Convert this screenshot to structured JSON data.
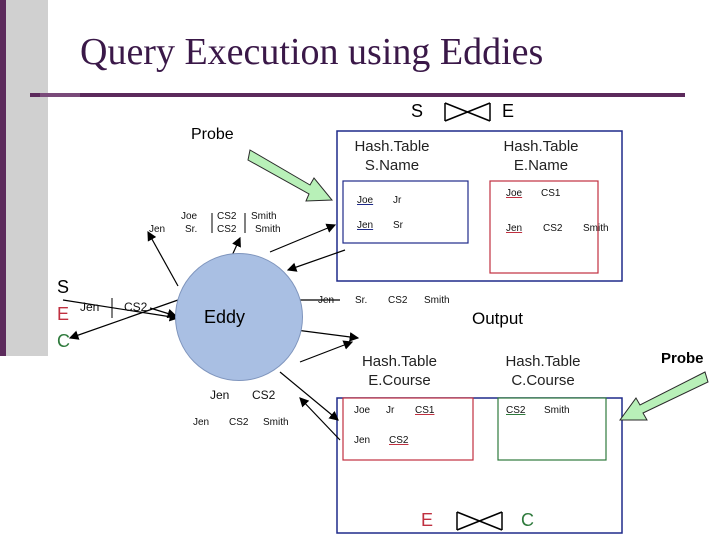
{
  "title": "Query Execution using Eddies",
  "join_top": {
    "left": "S",
    "right": "E"
  },
  "join_bottom": {
    "left": "E",
    "right": "C"
  },
  "probe_label_left": "Probe",
  "probe_label_right": "Probe",
  "output_label": "Output",
  "eddy_label": "Eddy",
  "sec_stack": [
    "S",
    "E",
    "C"
  ],
  "incoming_tuple": [
    "Jen",
    "CS2"
  ],
  "probe_tuple": {
    "name": "Jen",
    "row1": [
      "Joe",
      "CS2",
      "Smith"
    ],
    "row2": [
      "Sr.",
      "CS2",
      "Smith"
    ]
  },
  "ht_s_name": {
    "title": "Hash.Table S.Name",
    "rows": [
      [
        "Joe",
        "Jr"
      ],
      [
        "Jen",
        "Sr"
      ]
    ]
  },
  "ht_e_name": {
    "title": "Hash.Table E.Name",
    "rows": [
      [
        "Joe",
        "CS1",
        ""
      ],
      [
        "Jen",
        "CS2",
        "Smith"
      ]
    ]
  },
  "output_tuple": [
    "Jen",
    "Sr.",
    "CS2",
    "Smith"
  ],
  "ht_e_course": {
    "title": "Hash.Table E.Course",
    "rows": [
      [
        "Joe",
        "Jr",
        "CS1"
      ],
      [
        "Jen",
        "",
        "CS2"
      ]
    ]
  },
  "ht_c_course": {
    "title": "Hash.Table C.Course",
    "rows": [
      [
        "CS2",
        "Smith"
      ]
    ]
  },
  "eddy_inner": [
    "Jen",
    "CS2"
  ],
  "eddy_bottom": [
    "Jen",
    "CS2",
    "Smith"
  ],
  "colors": {
    "title": "#3a1848",
    "accent": "#5c2a5c",
    "eddy_fill": "#a9bfe3",
    "box_blue": "#1f2a8a",
    "box_red": "#c03040",
    "box_green": "#2e7a3c",
    "arrow_fill": "#b8f0b8"
  }
}
